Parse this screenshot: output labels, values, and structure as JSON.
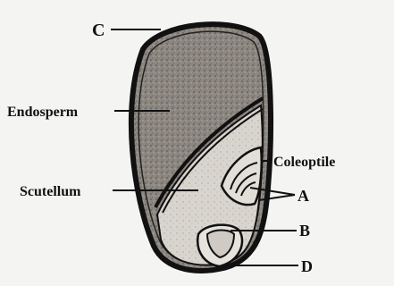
{
  "labels": {
    "c": "C",
    "endosperm": "Endosperm",
    "coleoptile": "Coleoptile",
    "scutellum": "Scutellum",
    "a": "A",
    "b": "B",
    "d": "D"
  },
  "colors": {
    "background": "#f4f4f2",
    "ink": "#111111",
    "endosperm_fill": "#8b8580",
    "embryo_fill": "#d6d2cc"
  }
}
